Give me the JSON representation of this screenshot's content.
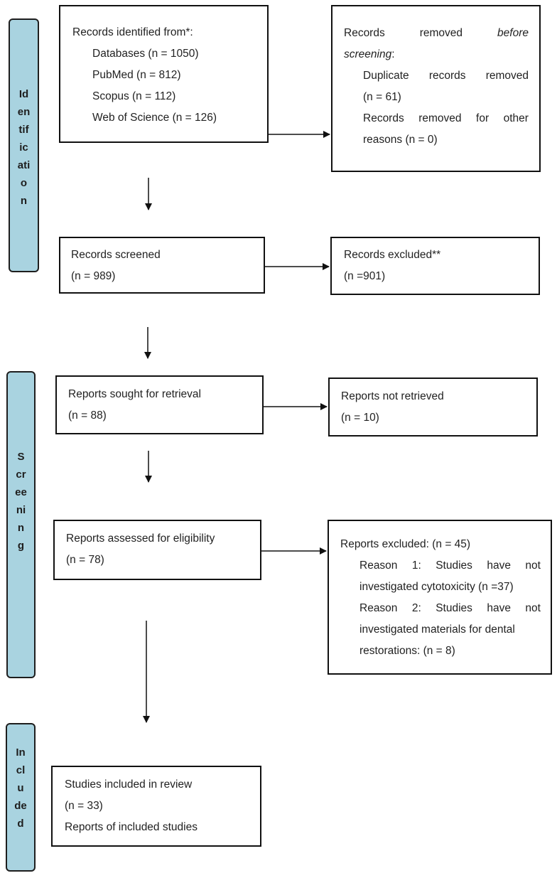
{
  "phases": {
    "identification": [
      "Id",
      "en",
      "tif",
      "ic",
      "ati",
      "o",
      "n"
    ],
    "screening": [
      "S",
      "cr",
      "ee",
      "ni",
      "n",
      "g"
    ],
    "included": [
      "In",
      "cl",
      "u",
      "de",
      "d"
    ]
  },
  "boxes": {
    "identified": {
      "heading": "Records identified from*:",
      "items": [
        "Databases (n = 1050)",
        "PubMed (n = 812)",
        "Scopus (n = 112)",
        "Web of Science (n = 126)"
      ]
    },
    "removed": {
      "heading_words": [
        "Records",
        "removed",
        "before"
      ],
      "heading_end": "screening",
      "heading_colon": ":",
      "dup_words": [
        "Duplicate",
        "records",
        "removed"
      ],
      "dup_count": "(n = 61)",
      "other_words": [
        "Records",
        "removed",
        "for",
        "other"
      ],
      "other_end": "reasons (n = 0)"
    },
    "screened": {
      "label": "Records screened",
      "count": "(n = 989)"
    },
    "excluded": {
      "label": "Records excluded**",
      "count": "(n =901)"
    },
    "sought": {
      "label": "Reports sought for retrieval",
      "count": "(n = 88)"
    },
    "not_retrieved": {
      "label": "Reports not retrieved",
      "count": "(n = 10)"
    },
    "assessed": {
      "label": "Reports assessed for eligibility",
      "count": "(n = 78)"
    },
    "reports_excluded": {
      "heading": "Reports excluded: (n = 45)",
      "r1_words": [
        "Reason",
        "1:",
        "Studies",
        "have",
        "not"
      ],
      "r1_end": "investigated cytotoxicity (n =37)",
      "r2_words": [
        "Reason",
        "2:",
        "Studies",
        "have",
        "not"
      ],
      "r2_mid": "investigated materials for dental",
      "r2_end": "restorations: (n = 8)"
    },
    "included": {
      "label": "Studies included in review",
      "count": "(n = 33)",
      "reports": "Reports of included studies"
    }
  }
}
